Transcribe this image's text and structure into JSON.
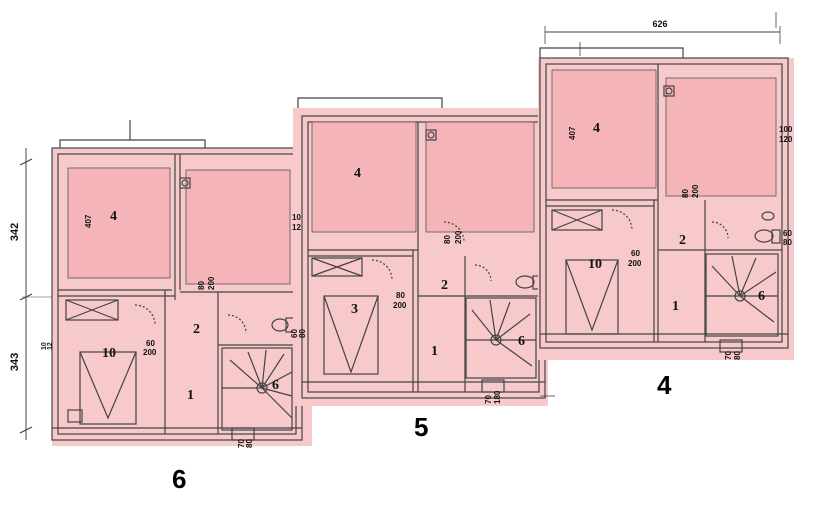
{
  "colors": {
    "fill": "#f7c9cb",
    "line": "#444444"
  },
  "overall_dimension": "626",
  "left_dimensions": [
    "342",
    "343"
  ],
  "units": [
    {
      "label": "6",
      "rooms": [
        {
          "label": "4"
        },
        {
          "label": "10"
        },
        {
          "label": "2"
        },
        {
          "label": "1"
        },
        {
          "label": "6"
        }
      ],
      "small_labels": [
        "407",
        "80",
        "200",
        "60",
        "200",
        "10",
        "12",
        "60",
        "80",
        "70",
        "80",
        "10",
        "12"
      ]
    },
    {
      "label": "5",
      "rooms": [
        {
          "label": "4"
        },
        {
          "label": "3"
        },
        {
          "label": "2"
        },
        {
          "label": "1"
        },
        {
          "label": "6"
        }
      ],
      "small_labels": [
        "80",
        "200",
        "80",
        "200",
        "70",
        "180"
      ]
    },
    {
      "label": "4",
      "rooms": [
        {
          "label": "4"
        },
        {
          "label": "10"
        },
        {
          "label": "2"
        },
        {
          "label": "1"
        },
        {
          "label": "6"
        }
      ],
      "small_labels": [
        "407",
        "80",
        "200",
        "60",
        "200",
        "100",
        "120",
        "60",
        "80",
        "70",
        "80"
      ]
    }
  ]
}
